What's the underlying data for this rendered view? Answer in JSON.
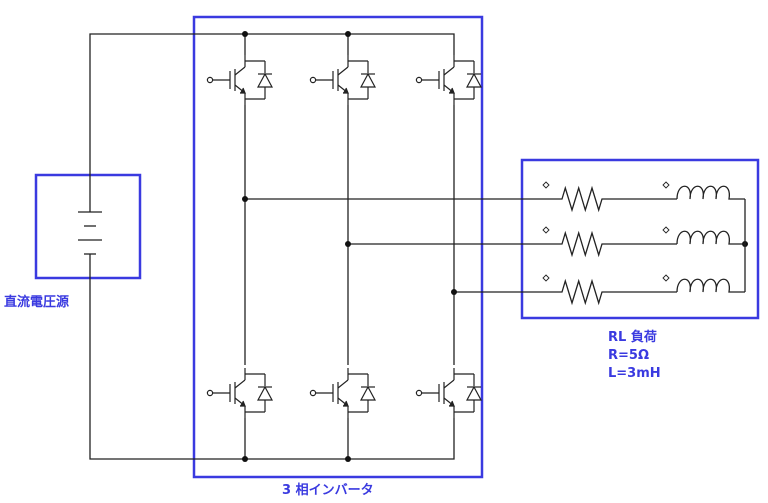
{
  "labels": {
    "dc_source": "直流電圧源",
    "inverter": "3 相インバータ",
    "load_title": "RL 負荷",
    "load_r": "R=5Ω",
    "load_l": "L=3mH"
  },
  "colors": {
    "accent": "#3a3ae0",
    "wire": "#222222"
  }
}
